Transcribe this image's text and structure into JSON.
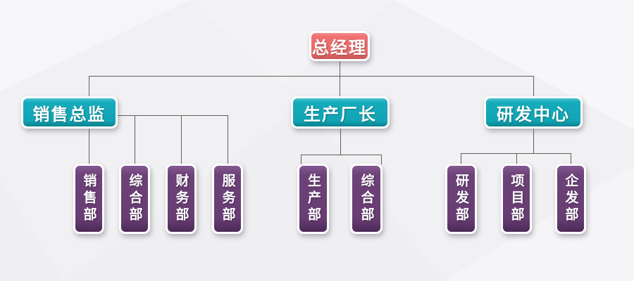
{
  "org": {
    "title": "organization-chart",
    "root": {
      "label": "总经理"
    },
    "branches": [
      {
        "label": "销售总监",
        "children": [
          "销售部",
          "综合部",
          "财务部",
          "服务部"
        ]
      },
      {
        "label": "生产厂长",
        "children": [
          "生产部",
          "综合部"
        ]
      },
      {
        "label": "研发中心",
        "children": [
          "研发部",
          "项目部",
          "企发部"
        ]
      }
    ],
    "colors": {
      "root_box": "#ed6d6d",
      "level2_box": "#12a9b9",
      "level3_box": "#6a4076",
      "box_border": "#ffffff",
      "connector_line": "#5f5f5f",
      "background": "#f1f1f3",
      "text": "#ffffff"
    }
  }
}
